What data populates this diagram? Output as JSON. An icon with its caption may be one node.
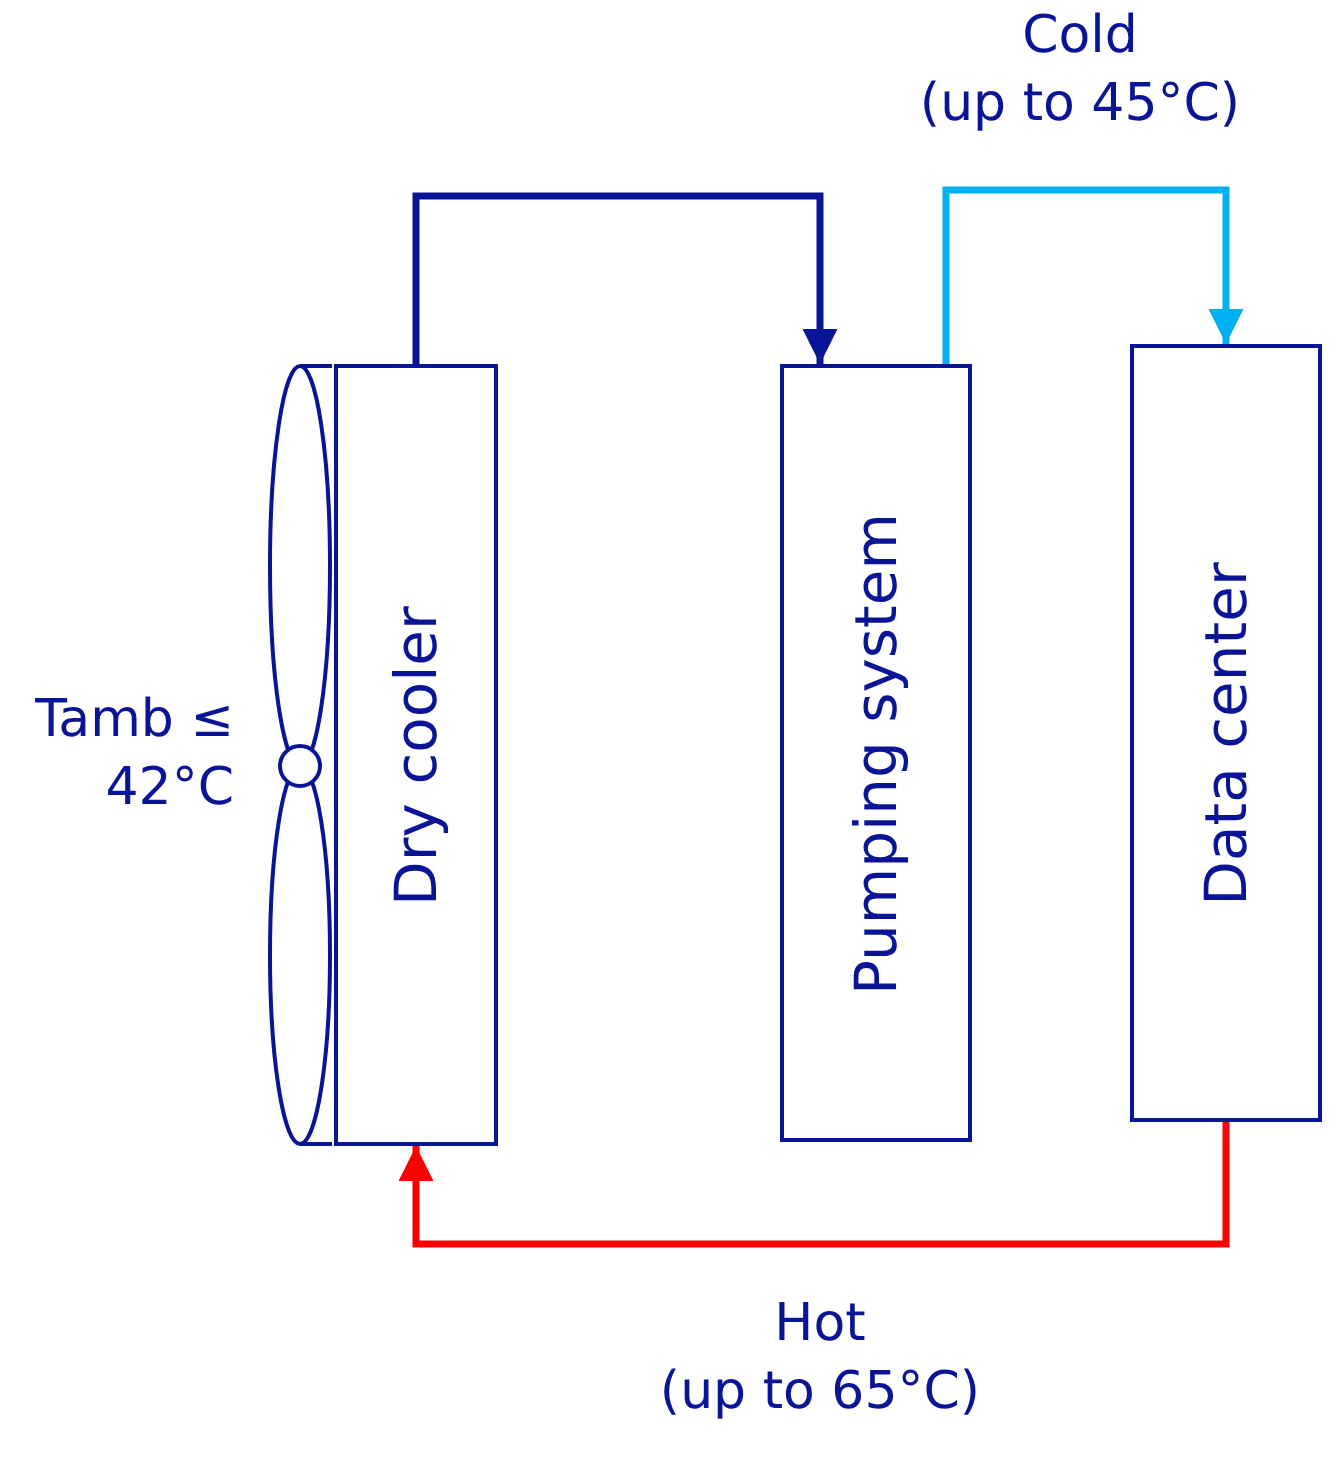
{
  "diagram": {
    "nodes": [
      {
        "text": [
          "Dry cooler"
        ],
        "beside": [
          "Tamb ≤ 42°C"
        ]
      },
      {
        "text": [
          "Pumping system"
        ]
      },
      {
        "text": [
          "Data center"
        ]
      }
    ],
    "edges": [
      {
        "from": 0,
        "to": 1,
        "arrow": "to"
      },
      {
        "from": 1,
        "to": 2,
        "arrow": "to",
        "label": "Cold (up to 45°C)",
        "color": "#00b0f0"
      },
      {
        "from": 2,
        "to": 0,
        "arrow": "to",
        "label": "Hot (up to 65°C)",
        "color": "#ff0000"
      }
    ]
  }
}
